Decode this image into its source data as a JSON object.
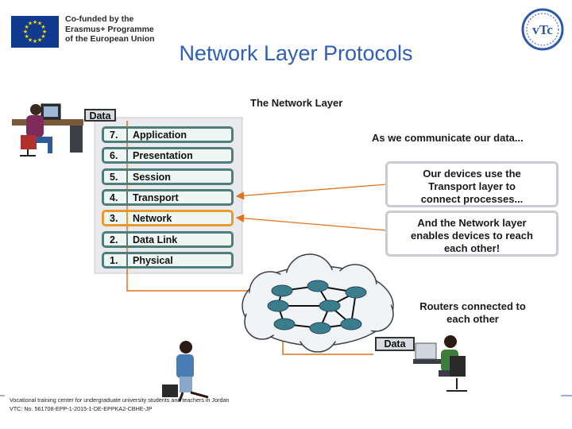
{
  "header": {
    "eu_lines": [
      "Co-funded by the",
      "Erasmus+ Programme",
      "of the European Union"
    ],
    "logo_text": "vTc",
    "flag_color": "#0f3a8d"
  },
  "title": "Network Layer Protocols",
  "diagram": {
    "heading": "The Network Layer",
    "data_tag_top": "Data",
    "data_tag_bottom": "Data",
    "layers": [
      {
        "num": "7.",
        "name": "Application"
      },
      {
        "num": "6.",
        "name": "Presentation"
      },
      {
        "num": "5.",
        "name": "Session"
      },
      {
        "num": "4.",
        "name": "Transport"
      },
      {
        "num": "3.",
        "name": "Network",
        "highlight": true
      },
      {
        "num": "2.",
        "name": "Data Link"
      },
      {
        "num": "1.",
        "name": "Physical"
      }
    ],
    "callout_communicate": "As we communicate our data...",
    "callout_transport": [
      "Our devices use the",
      "Transport layer to",
      "connect processes..."
    ],
    "callout_network": [
      "And the Network layer",
      "enables devices to reach",
      "each other!"
    ],
    "routers_label": [
      "Routers connected to",
      "each other"
    ],
    "colors": {
      "highlight": "#e89a2c",
      "layer_border": "#4e7d7a",
      "arrow": "#e0731c",
      "title": "#2f5eb5"
    }
  },
  "footer": {
    "line1": "Vocational training center for undergraduate university students and teachers in Jordan",
    "line2": "VTC: No. 561708-EPP-1-2015-1-DE-EPPKA2-CBHE-JP"
  }
}
